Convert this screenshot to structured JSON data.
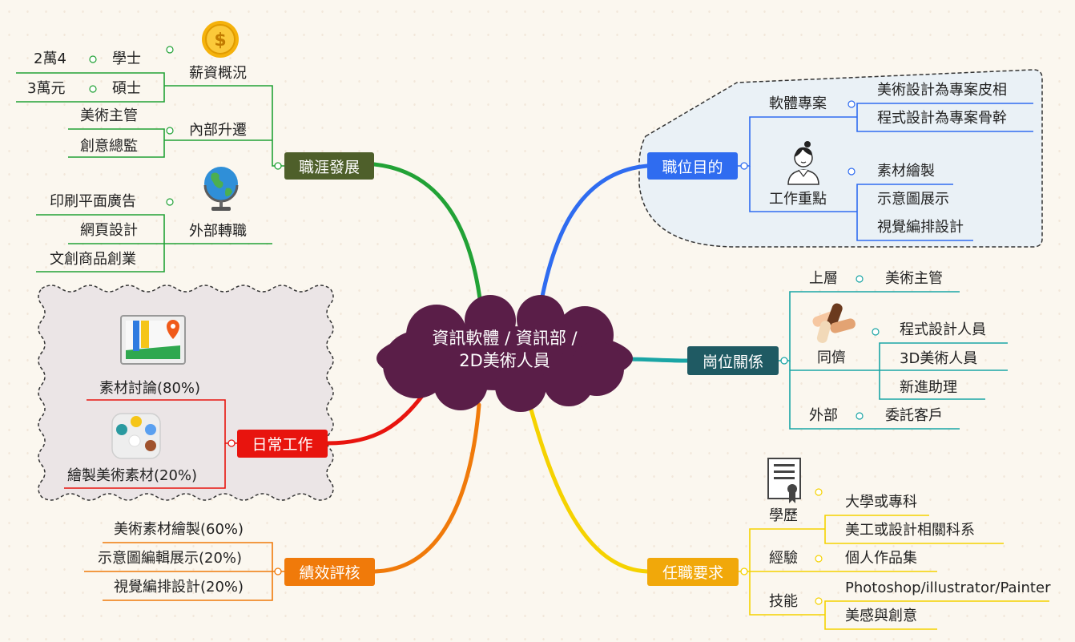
{
  "center": {
    "line1": "資訊軟體 / 資訊部 /",
    "line2": "2D美術人員"
  },
  "colors": {
    "career": "#4e5f2a",
    "duty": "#2f6cf0",
    "relation": "#1f5a63",
    "require": "#f1a80a",
    "daily": "#e8140e",
    "review": "#f07a0a",
    "center": "#5a1e48"
  },
  "career": {
    "label": "職涯發展",
    "salary": {
      "label": "薪資概況",
      "items": [
        {
          "degree": "學士",
          "amount": "2萬4"
        },
        {
          "degree": "碩士",
          "amount": "3萬元"
        }
      ]
    },
    "promotion": {
      "label": "內部升遷",
      "items": [
        "美術主管",
        "創意總監"
      ]
    },
    "transfer": {
      "label": "外部轉職",
      "items": [
        "印刷平面廣告",
        "網頁設計",
        "文創商品創業"
      ]
    }
  },
  "duty": {
    "label": "職位目的",
    "project": {
      "label": "軟體專案",
      "items": [
        "美術設計為專案皮相",
        "程式設計為專案骨幹"
      ]
    },
    "focus": {
      "label": "工作重點",
      "items": [
        "素材繪製",
        "示意圖展示",
        "視覺編排設計"
      ]
    }
  },
  "relation": {
    "label": "崗位關係",
    "upper": {
      "label": "上層",
      "item": "美術主管"
    },
    "peer": {
      "label": "同儕",
      "items": [
        "程式設計人員",
        "3D美術人員",
        "新進助理"
      ]
    },
    "outer": {
      "label": "外部",
      "item": "委託客戶"
    }
  },
  "require": {
    "label": "任職要求",
    "edu": {
      "label": "學歷",
      "items": [
        "大學或專科",
        "美工或設計相關科系"
      ]
    },
    "exp": {
      "label": "經驗",
      "item": "個人作品集"
    },
    "skill": {
      "label": "技能",
      "items": [
        "Photoshop/illustrator/Painter",
        "美感與創意"
      ]
    }
  },
  "daily": {
    "label": "日常工作",
    "items": [
      "素材討論(80%)",
      "繪製美術素材(20%)"
    ]
  },
  "review": {
    "label": "績效評核",
    "items": [
      "美術素材繪製(60%)",
      "示意圖編輯展示(20%)",
      "視覺編排設計(20%)"
    ]
  }
}
